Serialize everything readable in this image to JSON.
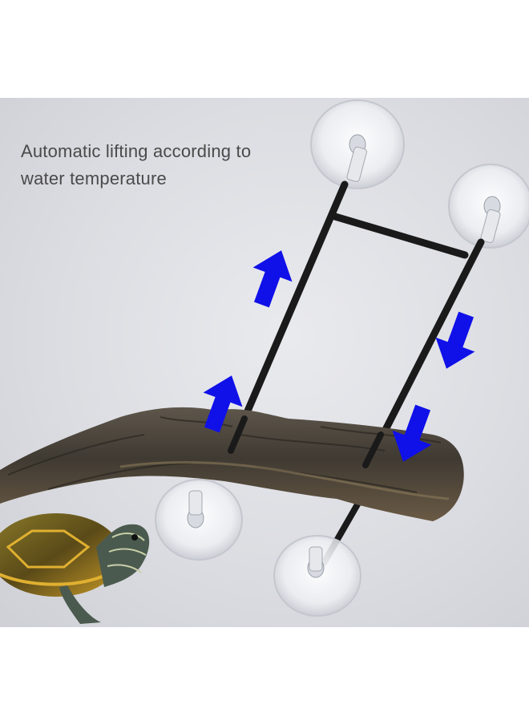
{
  "caption": {
    "line1": "Automatic lifting according to",
    "line2": "water temperature"
  },
  "colors": {
    "background": "#dcdde2",
    "arrow": "#1010e8",
    "rod": "#1a1a1a",
    "log": "#4a4238",
    "suction_cup": "#f4f5f8"
  },
  "objects": [
    "turtle",
    "driftwood-log",
    "metal-rod-frame",
    "suction-cup",
    "direction-arrow"
  ]
}
